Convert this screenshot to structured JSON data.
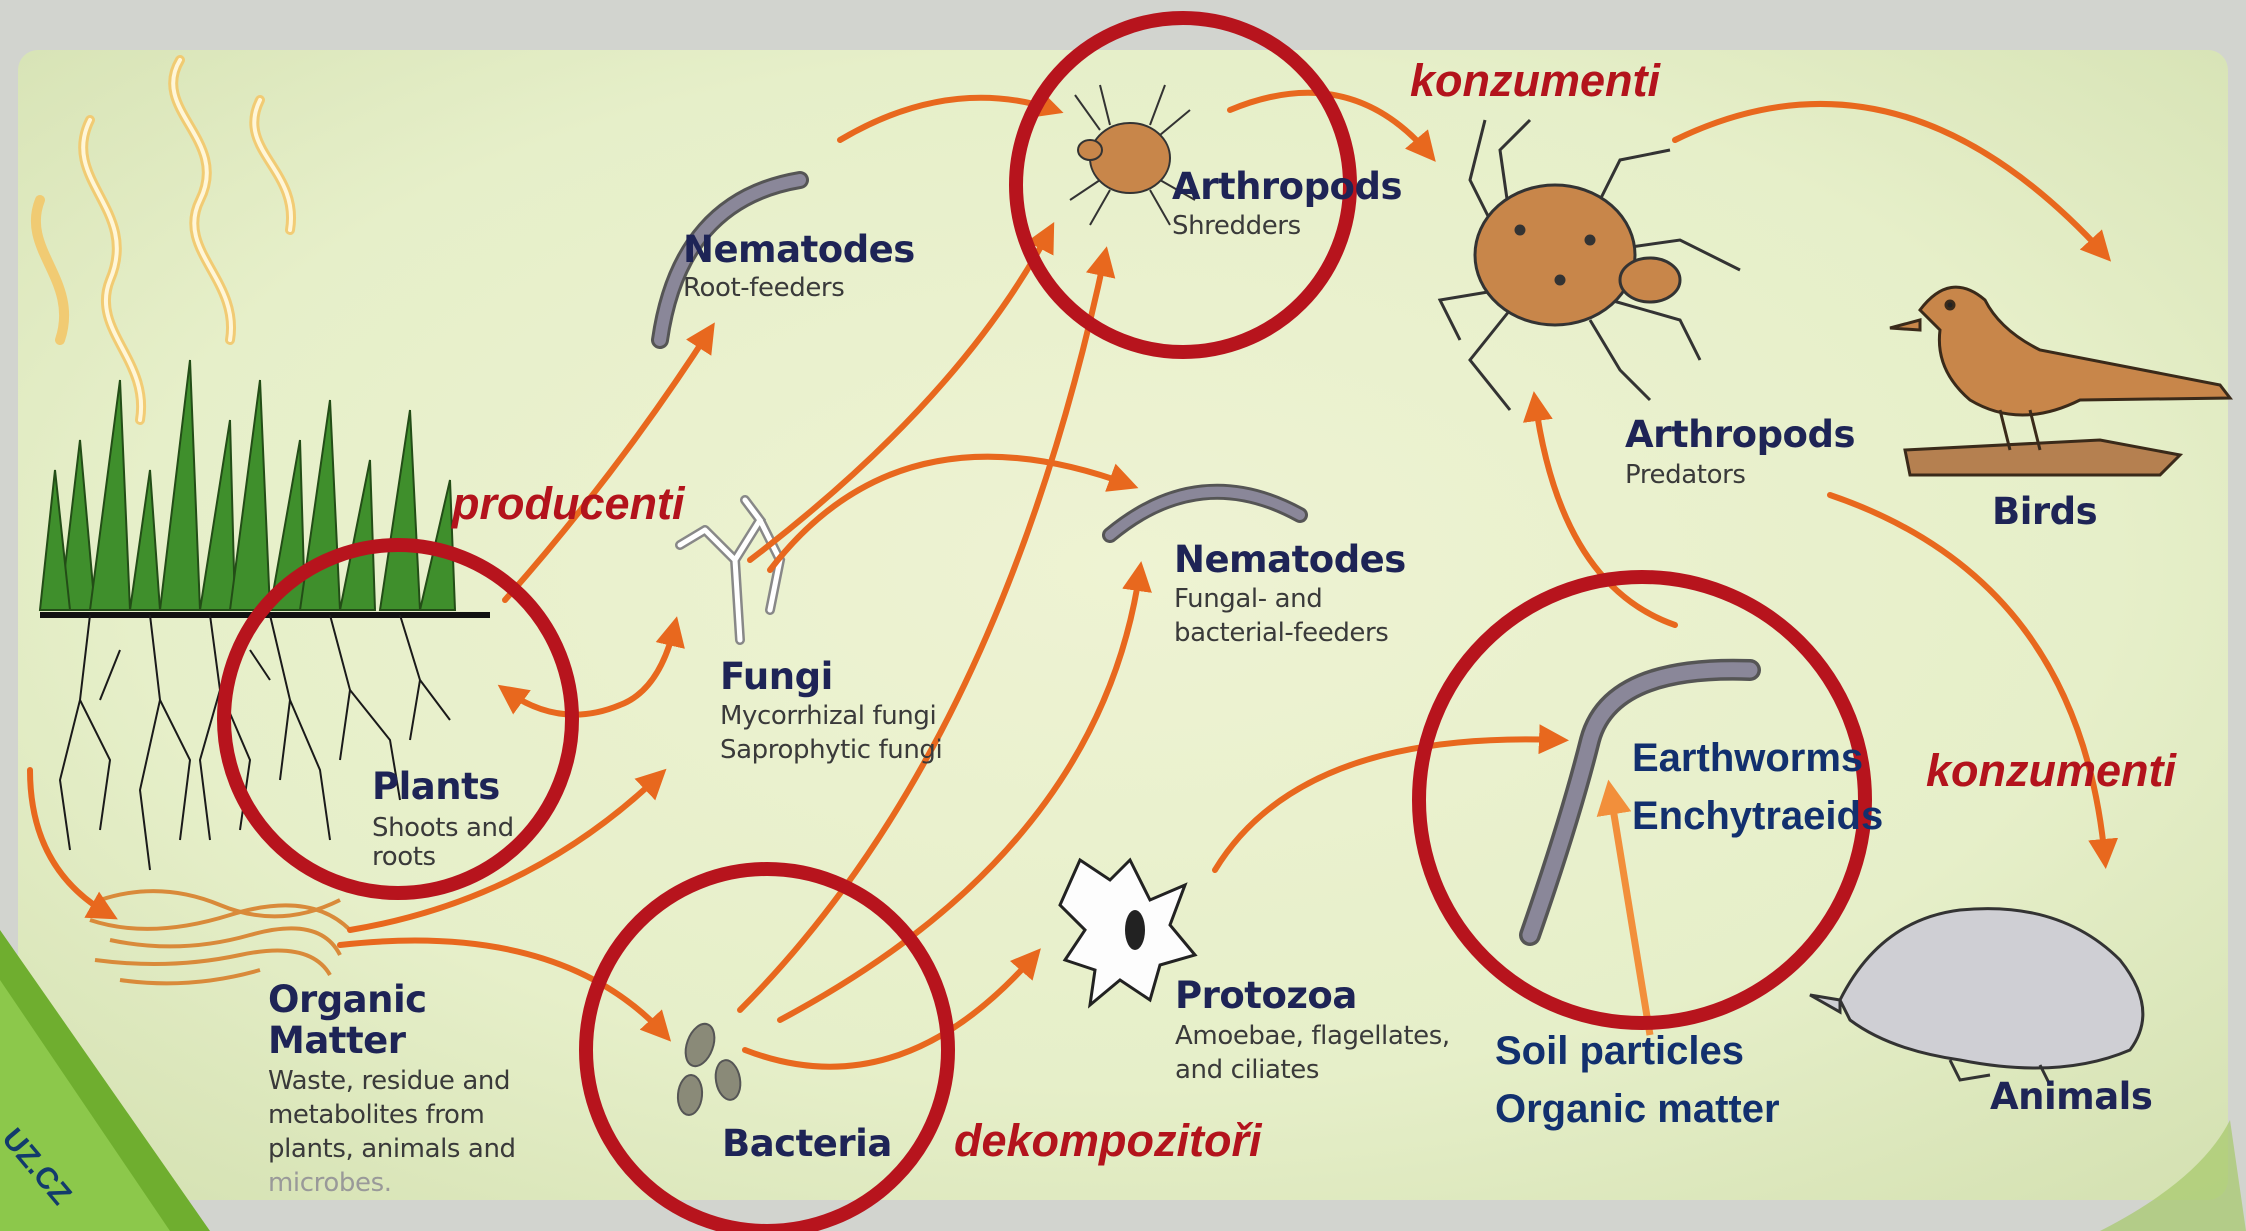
{
  "watermark": "UZ.CZ",
  "nodes": {
    "nematodes_root": {
      "title": "Nematodes",
      "subtitle": "Root-feeders"
    },
    "arthropods_shredders": {
      "title": "Arthropods",
      "subtitle": "Shredders"
    },
    "arthropods_predators": {
      "title": "Arthropods",
      "subtitle": "Predators"
    },
    "birds": {
      "title": "Birds"
    },
    "nematodes_fungal": {
      "title": "Nematodes",
      "subtitle_lines": [
        "Fungal- and",
        "bacterial-feeders"
      ]
    },
    "fungi": {
      "title": "Fungi",
      "subtitle_lines": [
        "Mycorrhizal fungi",
        "Saprophytic fungi"
      ]
    },
    "plants": {
      "title": "Plants",
      "subtitle_lines": [
        "Shoots and",
        "roots"
      ]
    },
    "organic_matter": {
      "title_lines": [
        "Organic",
        "Matter"
      ],
      "subtitle_lines": [
        "Waste, residue and",
        "metabolites from",
        "plants, animals and",
        "microbes."
      ]
    },
    "bacteria": {
      "title": "Bacteria"
    },
    "protozoa": {
      "title": "Protozoa",
      "subtitle_lines": [
        "Amoebae, flagellates,",
        "and ciliates"
      ]
    },
    "earthworms": {
      "lines": [
        "Earthworms",
        "Enchytraeids"
      ]
    },
    "soil": {
      "lines": [
        "Soil particles",
        "Organic matter"
      ]
    },
    "animals": {
      "title": "Animals"
    }
  },
  "annotations": {
    "konzumenti_top": "konzumenti",
    "producenti": "producenti",
    "konzumenti_right": "konzumenti",
    "dekompozitori": "dekompozitoři"
  },
  "colors": {
    "background": "#e9f0cf",
    "arrow": "#e8681e",
    "circle": "#b7141d",
    "title": "#1e2456",
    "annotation": "#b3131c",
    "label_blue": "#12306e",
    "animal_brown": "#c8864a",
    "worm_gray": "#7d7a8c",
    "grass_green": "#3f8f2c"
  }
}
